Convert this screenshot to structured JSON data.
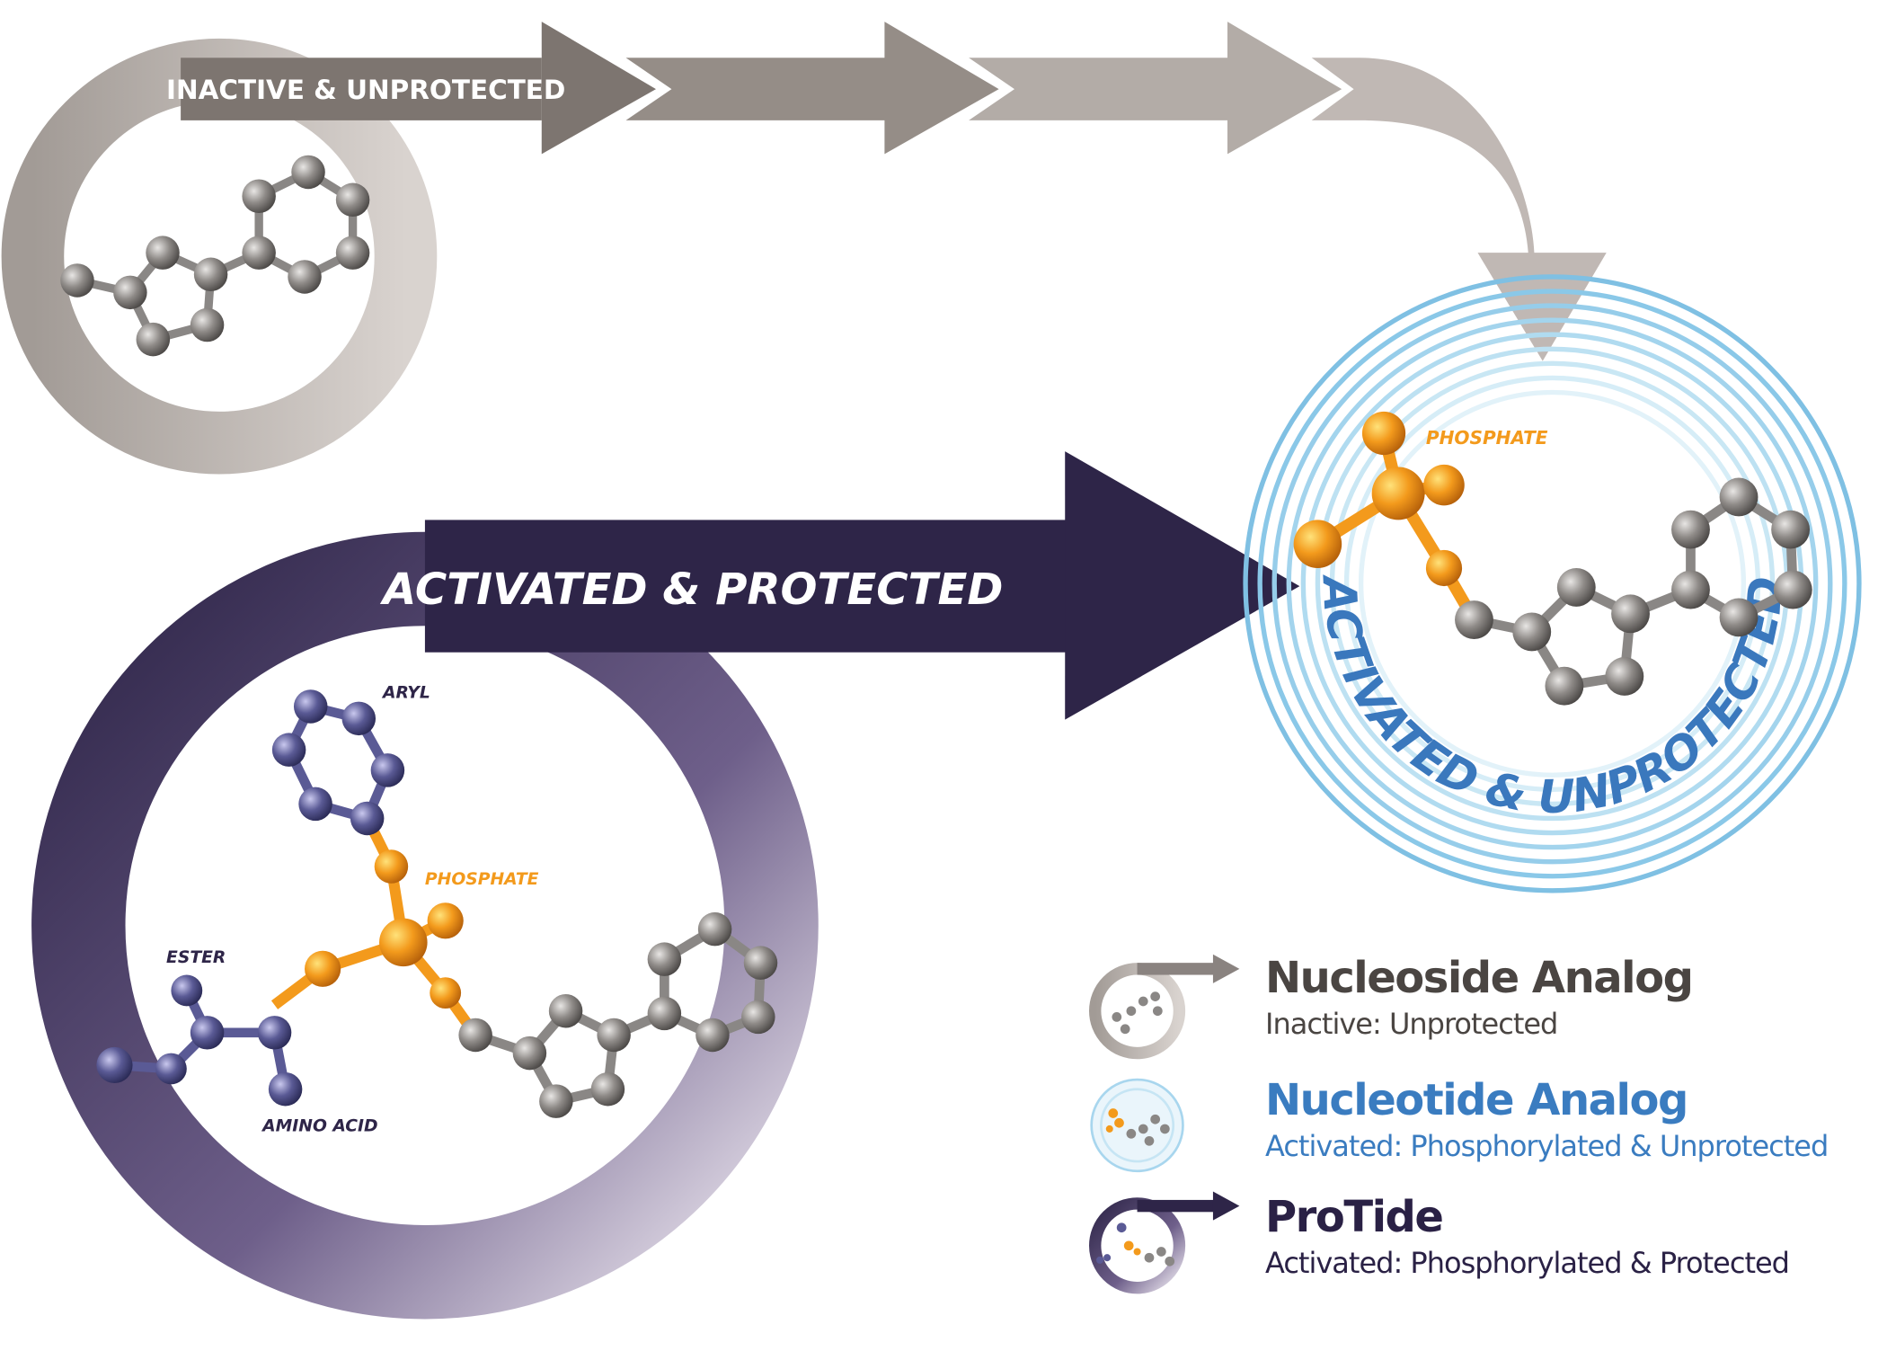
{
  "stages": {
    "inactive": {
      "band_label": "INACTIVE & UNPROTECTED",
      "color": "#7d7570"
    },
    "protide": {
      "band_label": "ACTIVATED & PROTECTED",
      "color": "#2e2548",
      "fragment_labels": {
        "aryl": "ARYL",
        "phosphate": "PHOSPHATE",
        "ester": "ESTER",
        "amino_acid": "AMINO ACID"
      }
    },
    "nucleotide": {
      "ring_label": "ACTIVATED & UNPROTECTED",
      "phosphate_label": "PHOSPHATE",
      "color": "#3a78bd"
    }
  },
  "legend": [
    {
      "title": "Nucleoside Analog",
      "subtitle": "Inactive: Unprotected",
      "color": "#4a4542"
    },
    {
      "title": "Nucleotide Analog",
      "subtitle": "Activated: Phosphorylated & Unprotected",
      "color": "#3a7cc0"
    },
    {
      "title": "ProTide",
      "subtitle": "Activated: Phosphorylated & Protected",
      "color": "#2a2145"
    }
  ],
  "colors": {
    "phosphate": "#f39a1c",
    "carbon": "#8a8785",
    "aryl": "#5a5a95"
  }
}
